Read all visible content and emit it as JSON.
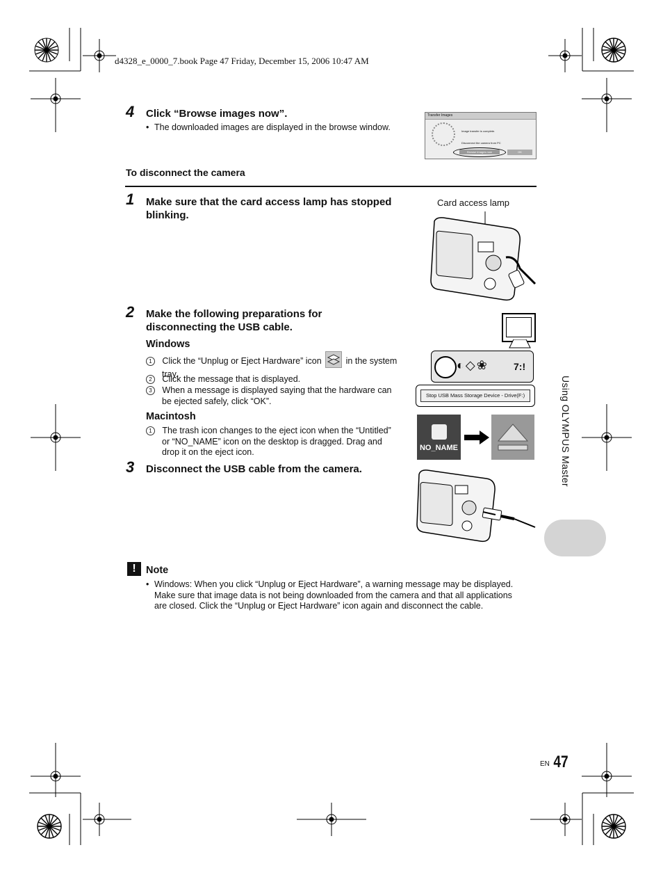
{
  "header": {
    "file_info": "d4328_e_0000_7.book  Page 47  Friday, December 15, 2006  10:47 AM"
  },
  "step4": {
    "number": "4",
    "title": "Click “Browse images now”.",
    "bullet": "The downloaded images are displayed in the browse window."
  },
  "section_title": "To disconnect the camera",
  "step1": {
    "number": "1",
    "title_line1": "Make sure that the card access lamp has stopped",
    "title_line2": "blinking.",
    "callout": "Card access lamp"
  },
  "step2": {
    "number": "2",
    "title_line1": "Make the following preparations for",
    "title_line2": "disconnecting the USB cable.",
    "windows": {
      "heading": "Windows",
      "items": [
        {
          "marker": "1",
          "text_a": "Click the “Unplug or Eject Hardware” icon",
          "text_b": "in the system",
          "text_c": "tray."
        },
        {
          "marker": "2",
          "text_a": "Click the message that is displayed."
        },
        {
          "marker": "3",
          "text_a": "When a message is displayed saying that the hardware can",
          "text_b": "be ejected safely, click “OK”."
        }
      ],
      "tray_message": "Stop USB Mass Storage Device - Drive(F:)",
      "tray_time": "7:!"
    },
    "mac": {
      "heading": "Macintosh",
      "items": [
        {
          "marker": "1",
          "text_a": "The trash icon changes to the eject icon when the “Untitled”",
          "text_b": "or “NO_NAME” icon on the desktop is dragged. Drag and",
          "text_c": "drop it on the eject icon."
        }
      ],
      "drive_label": "NO_NAME"
    }
  },
  "step3": {
    "number": "3",
    "title": "Disconnect the USB cable from the camera."
  },
  "dialog": {
    "title": "Transfer Images",
    "message": "Image transfer is complete.",
    "checkbox": "Disconnect the camera from PC",
    "browse_button": "Browse images now",
    "ok_button": "OK"
  },
  "note": {
    "icon": "!",
    "heading": "Note",
    "line1": "Windows: When you click “Unplug or Eject Hardware”, a warning message may be displayed.",
    "line2": "Make sure that image data is not being downloaded from the camera and that all applications",
    "line3": "are closed. Click the “Unplug or Eject Hardware” icon again and disconnect the cable."
  },
  "side_tab": "Using OLYMPUS Master",
  "footer": {
    "lang": "EN",
    "page": "47"
  }
}
